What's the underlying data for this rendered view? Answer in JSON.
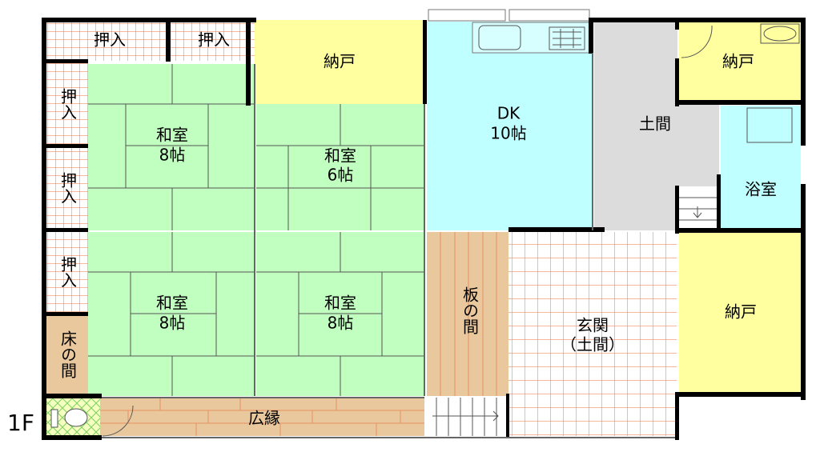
{
  "floor_label": "1F",
  "colors": {
    "tatami": "#c0ffc0",
    "storage_yellow": "#ffffa0",
    "wet_area_cyan": "#c0ffff",
    "earth_floor_gray": "#dcdcdc",
    "wood_floor": "#e8c89c",
    "closet_grid": "#f07040",
    "wall": "#000000"
  },
  "rooms": {
    "oshiire_top_1": "押入",
    "oshiire_top_2": "押入",
    "nando_top": "納戸",
    "oshiire_left_1": "押入",
    "oshiire_left_2": "押入",
    "oshiire_left_3": "押入",
    "tokonoma": "床の間",
    "washitsu_nw": {
      "name": "和室",
      "size": "8帖"
    },
    "washitsu_ne": {
      "name": "和室",
      "size": "6帖"
    },
    "washitsu_sw": {
      "name": "和室",
      "size": "8帖"
    },
    "washitsu_se": {
      "name": "和室",
      "size": "8帖"
    },
    "dk": {
      "name": "DK",
      "size": "10帖"
    },
    "doma": "土間",
    "nando_ne": "納戸",
    "bathroom": "浴室",
    "itanoma": "板の間",
    "genkan": {
      "name": "玄関",
      "sub": "（土間）"
    },
    "nando_se": "納戸",
    "hiroen": "広縁"
  }
}
